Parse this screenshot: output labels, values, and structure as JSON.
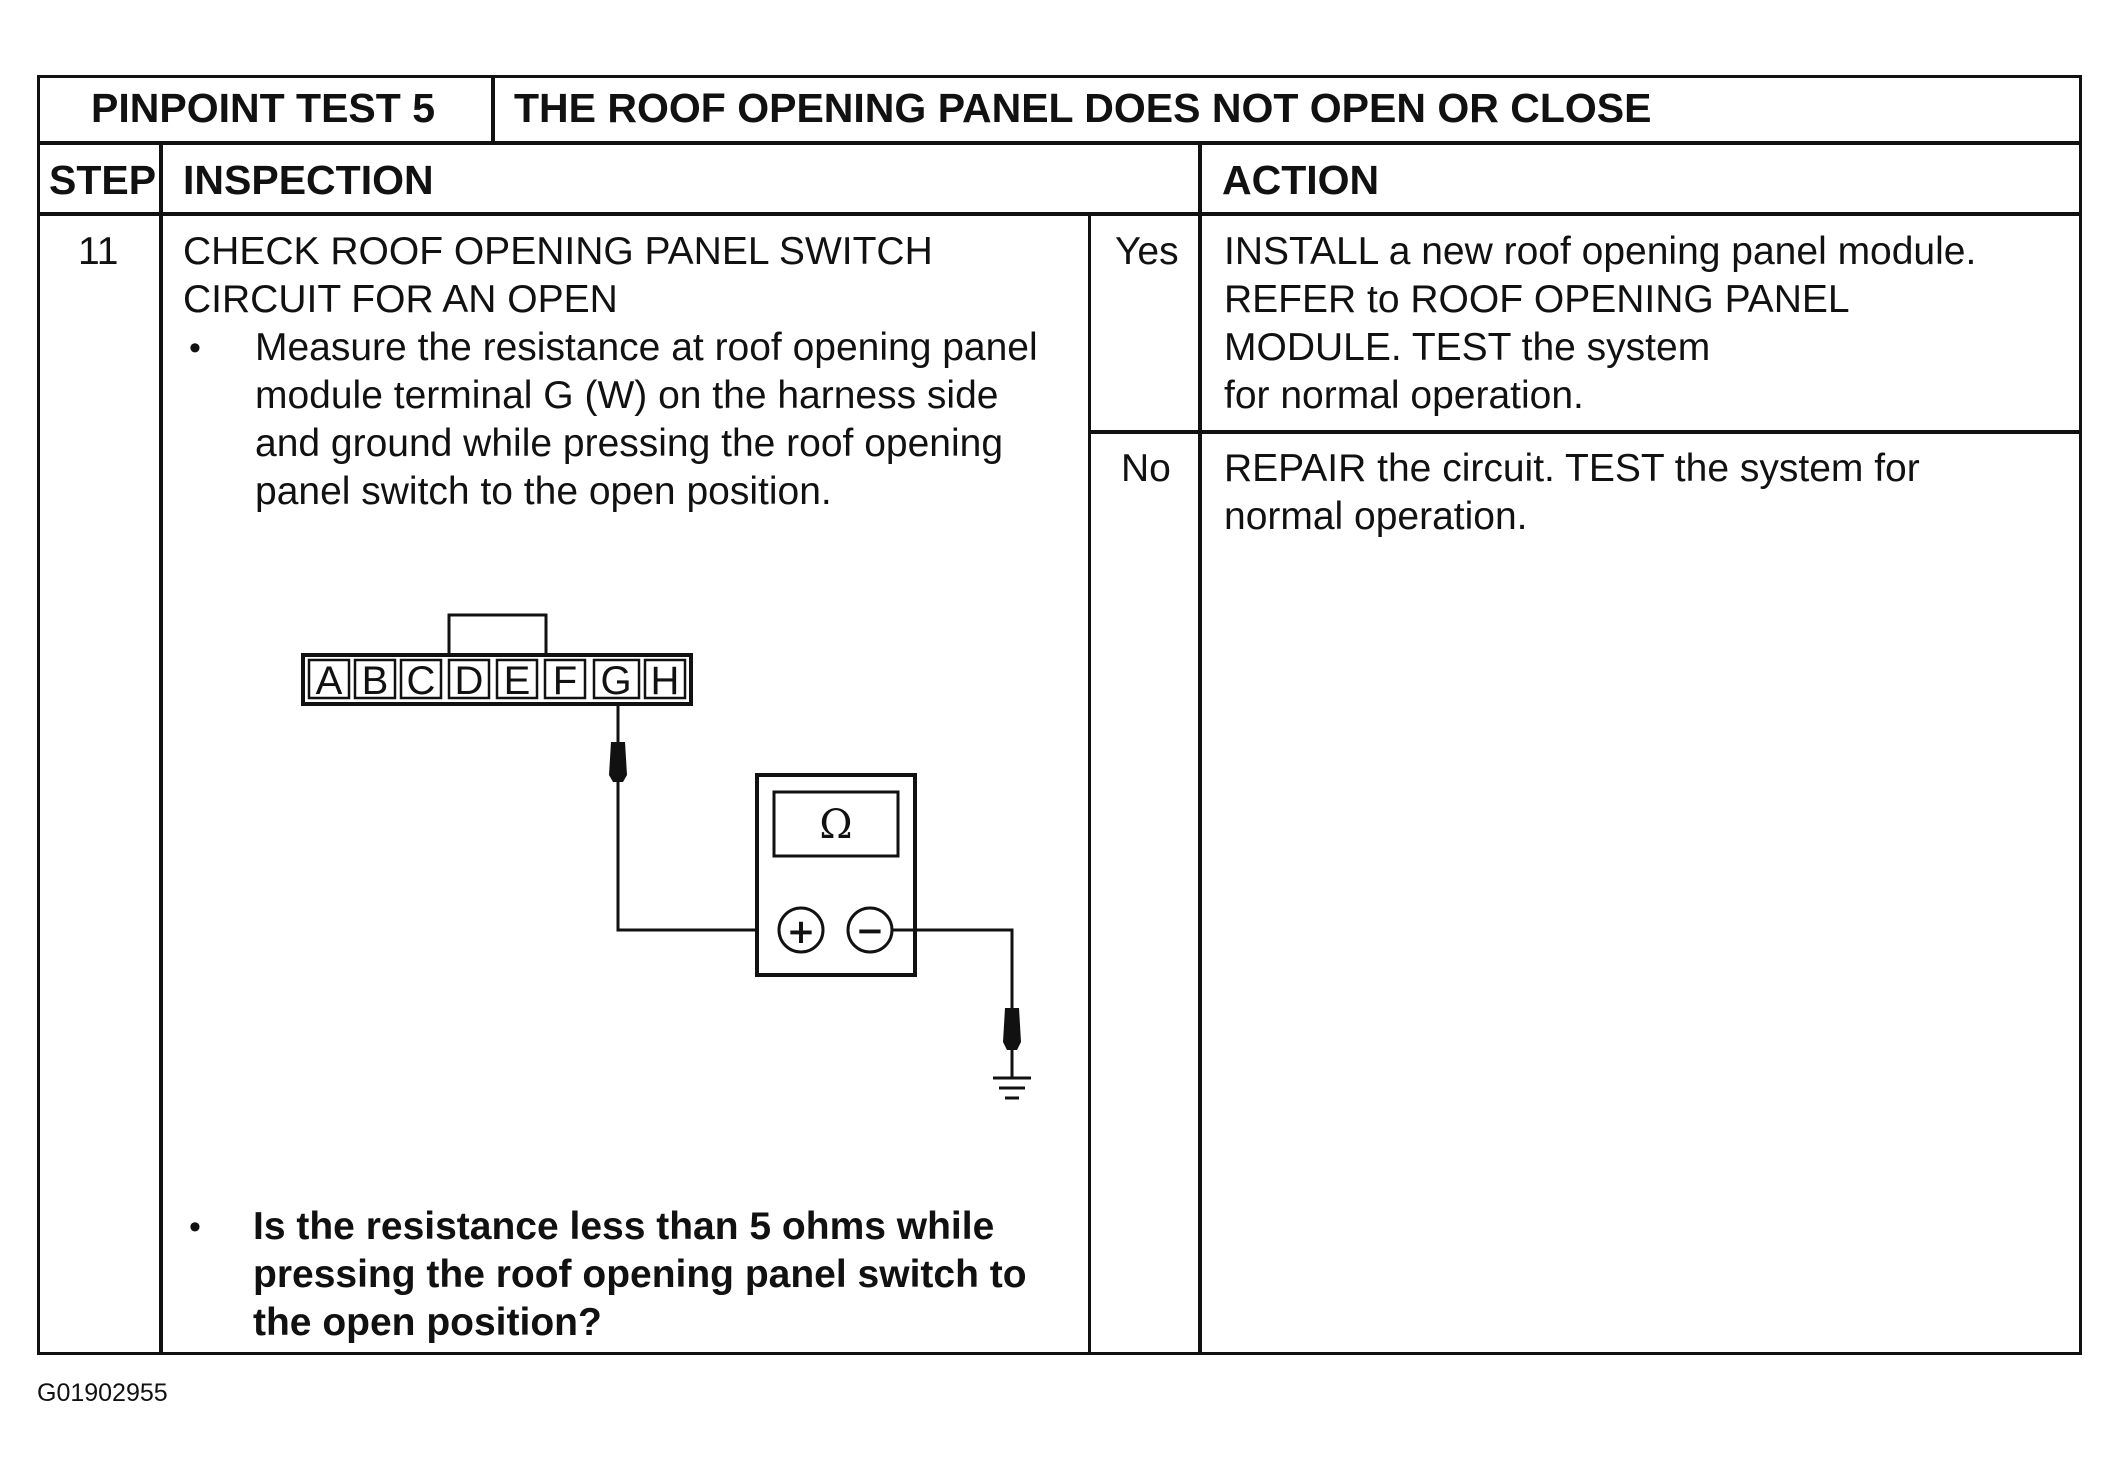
{
  "header": {
    "test_label": "PINPOINT TEST 5",
    "test_title": "THE ROOF OPENING PANEL DOES NOT OPEN OR CLOSE"
  },
  "columns": {
    "step": "STEP",
    "inspection": "INSPECTION",
    "action": "ACTION"
  },
  "row": {
    "step_number": "11",
    "title_lines": [
      "CHECK ROOF OPENING PANEL SWITCH",
      "CIRCUIT FOR AN OPEN"
    ],
    "bullet1_lines": [
      "Measure the resistance at roof opening panel",
      "module terminal G (W) on the harness side",
      "and ground while pressing the roof opening",
      "panel switch to the open position."
    ],
    "question_lines": [
      "Is the resistance less than 5 ohms while",
      "pressing the roof opening panel switch to",
      "the open position?"
    ],
    "bullet_symbol": "•",
    "yes_label": "Yes",
    "yes_action_lines": [
      "INSTALL a new roof opening panel module.",
      "REFER to ROOF OPENING PANEL",
      "MODULE.  TEST the system",
      "for normal operation."
    ],
    "no_label": "No",
    "no_action_lines": [
      "REPAIR the circuit.  TEST the system for",
      "normal operation."
    ]
  },
  "diagram": {
    "connector_pins": [
      "A",
      "B",
      "C",
      "D",
      "E",
      "F",
      "G",
      "H"
    ],
    "meter_symbol": "Ω",
    "plus_symbol": "+",
    "minus_symbol": "−"
  },
  "footer": {
    "figure_id": "G01902955"
  }
}
